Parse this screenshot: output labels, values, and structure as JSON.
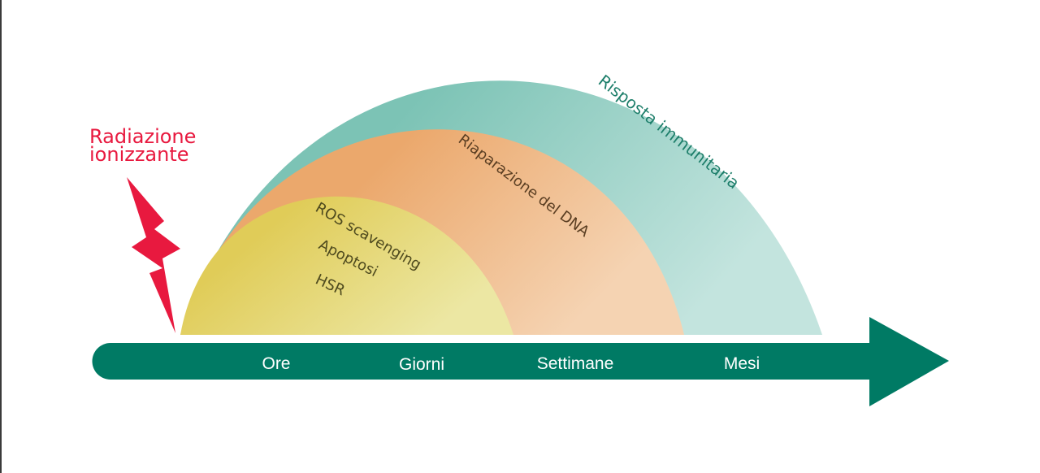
{
  "trigger": {
    "label_line1": "Radiazione",
    "label_line2": "ionizzante",
    "color": "#e8193f"
  },
  "phases": [
    {
      "key": "immune",
      "label": "Risposta immunitaria",
      "color_start": "#7cc3b5",
      "color_end": "#c3e4de",
      "text_color": "#1e7f6b"
    },
    {
      "key": "dna",
      "label": "Riaparazione del DNA",
      "color_start": "#eba86c",
      "color_end": "#f5d3b2",
      "text_color": "#5a3e22"
    },
    {
      "key": "early",
      "labels": [
        "ROS scavenging",
        "Apoptosi",
        "HSR"
      ],
      "color_start": "#e0cc58",
      "color_end": "#ece7a3",
      "text_color": "#4e4a1e"
    }
  ],
  "timeline": {
    "color": "#007a64",
    "ticks": [
      "Ore",
      "Giorni",
      "Settimane",
      "Mesi"
    ]
  }
}
